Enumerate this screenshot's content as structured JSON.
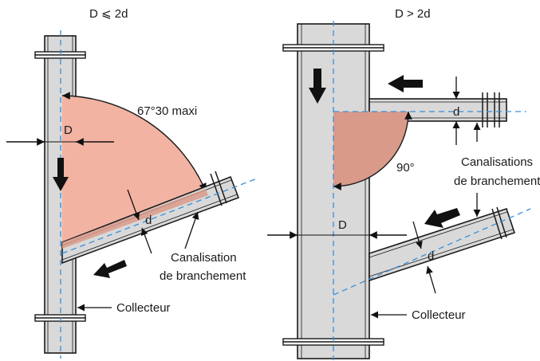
{
  "left_diagram": {
    "title": "D ⩽ 2d",
    "angle_label": "67°30 maxi",
    "main_diameter_label": "D",
    "branch_diameter_label": "d",
    "branch_label_line1": "Canalisation",
    "branch_label_line2": "de branchement",
    "collector_label": "Collecteur"
  },
  "right_diagram": {
    "title": "D > 2d",
    "angle_label": "90°",
    "main_diameter_label": "D",
    "branch_diameter_label_top": "d",
    "branch_diameter_label_bottom": "d",
    "branch_label_line1": "Canalisations",
    "branch_label_line2": "de branchement",
    "collector_label": "Collecteur"
  },
  "colors": {
    "pipe_fill": "#d9d9d9",
    "pipe_stroke": "#1a1a1a",
    "axis_dash": "#3a8fd6",
    "sector_fill": "#f2b3a3",
    "sector_fill_dark": "#d99a8a",
    "arrow": "#111111"
  }
}
